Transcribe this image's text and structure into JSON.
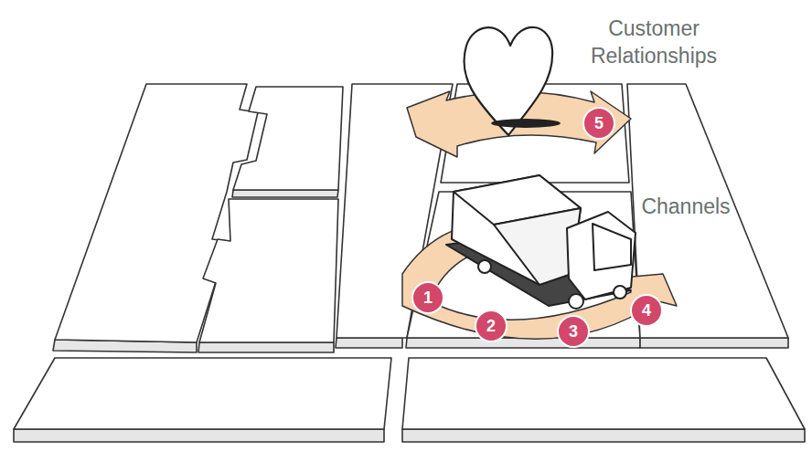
{
  "diagram": {
    "labels": [
      "Customer Relationships",
      "Channels",
      "1",
      "2",
      "3",
      "4",
      "5"
    ]
  }
}
